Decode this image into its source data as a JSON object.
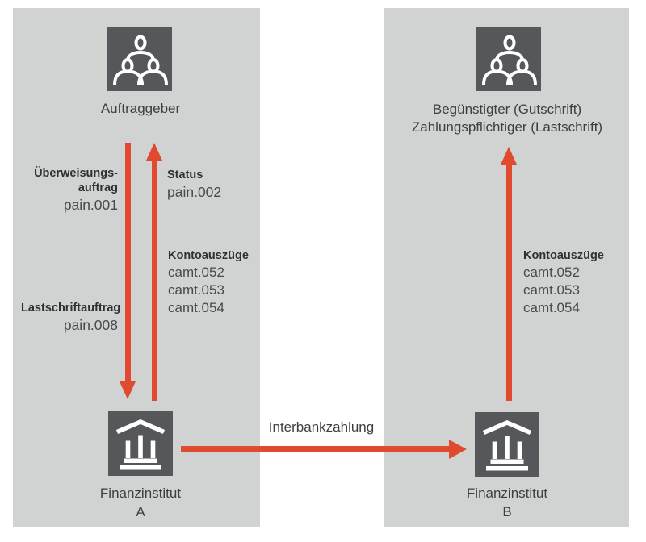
{
  "colors": {
    "background": "#ffffff",
    "panel": "#d1d2d2",
    "icon_box": "#56575a",
    "arrow": "#e04b30",
    "heading_text": "#2e3134",
    "body_text": "#474a4d",
    "node_text": "#3c3f42"
  },
  "left_panel": {
    "top_actor": {
      "icon": "people-group-icon",
      "label": "Auftraggeber"
    },
    "bottom_actor": {
      "icon": "bank-icon",
      "label": "Finanzinstitut",
      "sublabel": "A"
    },
    "messages": {
      "transfer_order": {
        "title_line1": "Überweisungs-",
        "title_line2": "auftrag",
        "code": "pain.001"
      },
      "status": {
        "title": "Status",
        "code": "pain.002"
      },
      "account_statements": {
        "title": "Kontoauszüge",
        "codes": [
          "camt.052",
          "camt.053",
          "camt.054"
        ]
      },
      "direct_debit_order": {
        "title": "Lastschriftauftrag",
        "code": "pain.008"
      }
    }
  },
  "interbank": {
    "label": "Interbankzahlung"
  },
  "right_panel": {
    "top_actor": {
      "icon": "people-group-icon",
      "label_line1": "Begünstigter (Gutschrift)",
      "label_line2": "Zahlungspflichtiger (Lastschrift)"
    },
    "bottom_actor": {
      "icon": "bank-icon",
      "label": "Finanzinstitut",
      "sublabel": "B"
    },
    "messages": {
      "account_statements": {
        "title": "Kontoauszüge",
        "codes": [
          "camt.052",
          "camt.053",
          "camt.054"
        ]
      }
    }
  }
}
